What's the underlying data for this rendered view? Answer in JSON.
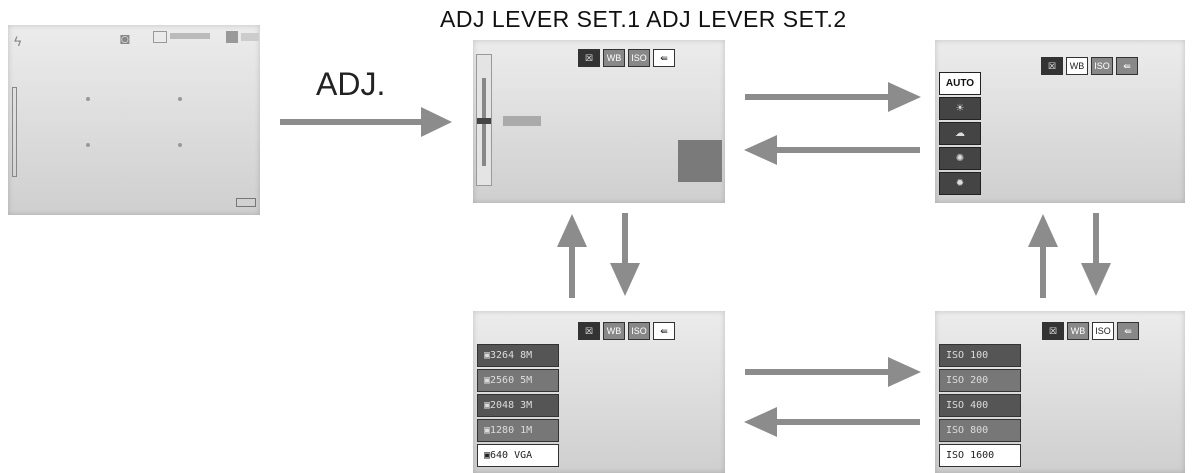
{
  "diagram": {
    "title": "ADJ LEVER SET.1 ADJ LEVER SET.2",
    "edge_label": "ADJ.",
    "screens": {
      "live_view": {
        "name": "live-view-screen"
      },
      "exposure": {
        "icons": [
          "☒",
          "WB",
          "ISO",
          "⇚"
        ]
      },
      "white_balance": {
        "icons": [
          "☒",
          "WB",
          "ISO",
          "⇚"
        ],
        "menu": [
          "AUTO",
          "☀",
          "☁",
          "✺",
          "✹"
        ]
      },
      "resolution": {
        "icons": [
          "☒",
          "WB",
          "ISO",
          "⇚"
        ],
        "menu": [
          "▣3264 8M",
          "▣2560 5M",
          "▣2048 3M",
          "▣1280 1M",
          "▣640 VGA"
        ]
      },
      "iso": {
        "icons": [
          "☒",
          "WB",
          "ISO",
          "⇚"
        ],
        "menu": [
          "ISO 100",
          "ISO 200",
          "ISO 400",
          "ISO 800",
          "ISO 1600"
        ]
      }
    }
  }
}
